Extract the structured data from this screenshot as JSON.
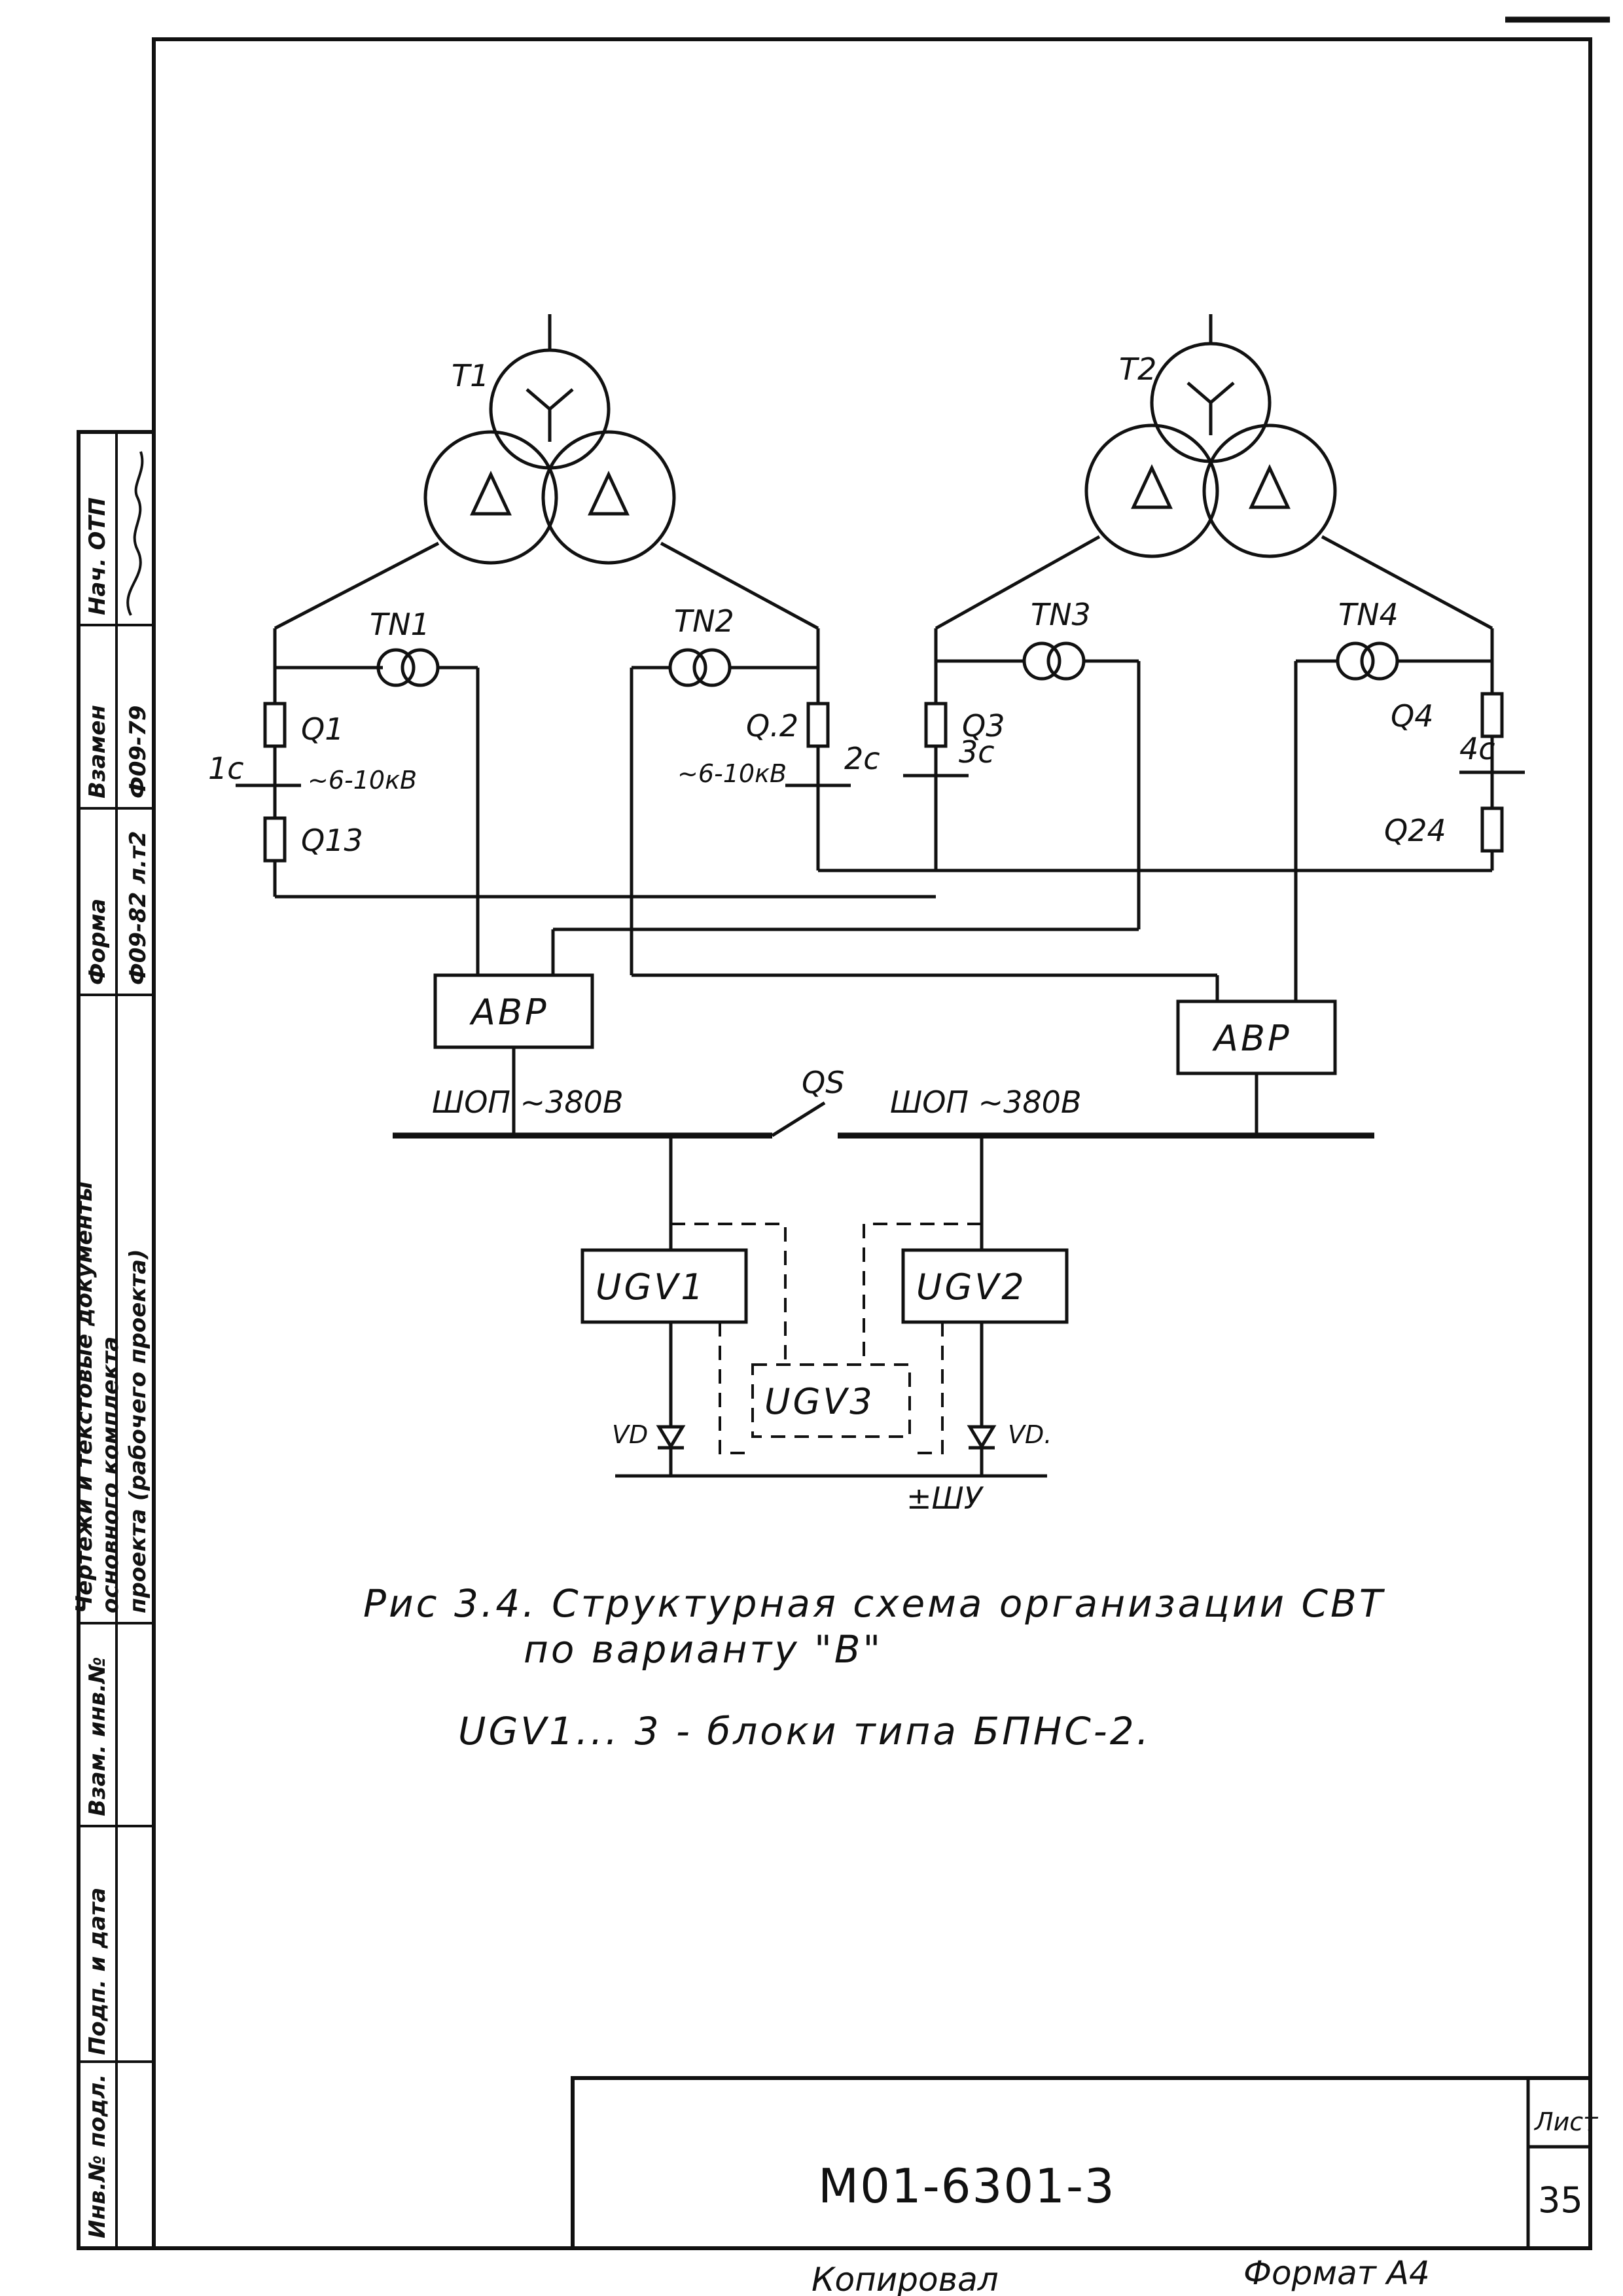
{
  "transformers": [
    {
      "label": "T1"
    },
    {
      "label": "T2"
    }
  ],
  "voltage_transformers": [
    "TN1",
    "TN2",
    "TN3",
    "TN4"
  ],
  "breakers": [
    "Q1",
    "Q.2",
    "Q3",
    "Q4",
    "Q13",
    "Q24"
  ],
  "hv_sections": {
    "s1": "1c",
    "s2": "2c",
    "s3": "3c",
    "s4": "4c",
    "voltage_left": "~6-10кВ",
    "voltage_right": "~6-10кВ"
  },
  "avr_units": [
    "АВР",
    "АВР"
  ],
  "lv_bus": {
    "left_label": "ШОП ~380В",
    "right_label": "ШОП ~380В",
    "switch": "QS"
  },
  "rectifiers": [
    "UGV1",
    "UGV2",
    "UGV3"
  ],
  "diodes": [
    "VD",
    "VD."
  ],
  "dc_bus": "±ШУ",
  "caption": {
    "line1": "Рис 3.4. Структурная схема организации СВТ",
    "line2": "по варианту \"В\"",
    "note": "UGV1... 3 - блоки типа БПНС-2."
  },
  "side_stamp": {
    "col1": "Инв.№ подл.",
    "col2": "Подп. и дата",
    "col3": "Взам. инв.№",
    "col4_line1": "Чертежи и текстовые документы",
    "col4_line2": "основного комплекта",
    "col4_line3": "проекта (рабочего проекта)",
    "col5_line1": "Форма",
    "col5_line2": "Ф09-82 л.т2",
    "col6_line1": "Взамен",
    "col6_line2": "Ф09-79",
    "col7_line1": "Нач. ОТП"
  },
  "title_block": {
    "doc_number": "М01-6301-3",
    "sheet_label": "Лист",
    "sheet_number": "35"
  },
  "footer": {
    "copied": "Копировал",
    "format": "Формат А4"
  }
}
